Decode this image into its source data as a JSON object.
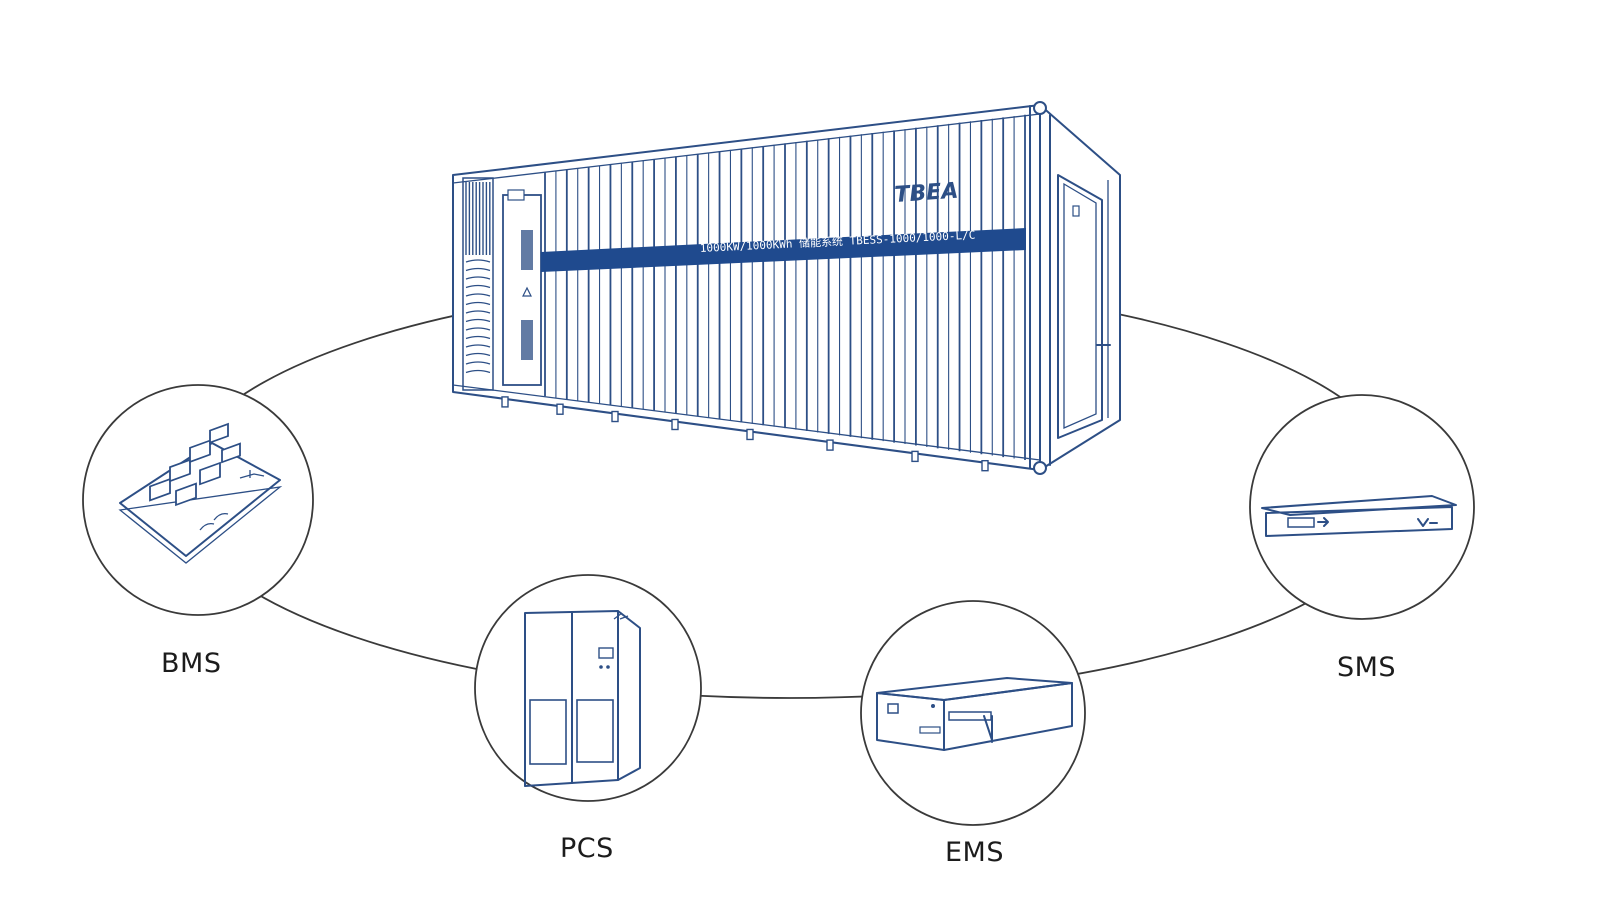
{
  "container": {
    "brand": "TBEA",
    "band_text": "1000KW/1000KWh 储能系统  TBESS-1000/1000-L/C"
  },
  "modules": [
    {
      "id": "bms",
      "label": "BMS",
      "icon": "circuit-board-icon"
    },
    {
      "id": "pcs",
      "label": "PCS",
      "icon": "cabinet-icon"
    },
    {
      "id": "ems",
      "label": "EMS",
      "icon": "server-box-icon"
    },
    {
      "id": "sms",
      "label": "SMS",
      "icon": "rack-unit-icon"
    }
  ],
  "colors": {
    "line": "#2d4f86",
    "ring": "#3a3a3a",
    "band": "#1f4a8e",
    "text": "#1c1c1c"
  }
}
